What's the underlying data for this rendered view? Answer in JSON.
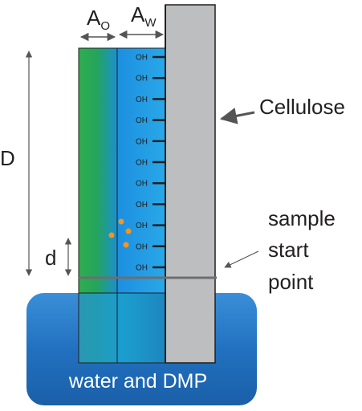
{
  "labels": {
    "a_o": "A",
    "a_o_sub": "O",
    "a_w": "A",
    "a_w_sub": "W",
    "D": "D",
    "d": "d",
    "cellulose": "Cellulose",
    "sample_line1": "sample",
    "sample_line2": "start",
    "sample_line3": "point",
    "reservoir": "water and DMP"
  },
  "hydroxyl_groups": [
    "OH",
    "OH",
    "OH",
    "OH",
    "OH",
    "OH",
    "OH",
    "OH",
    "OH",
    "OH",
    "OH"
  ],
  "colors": {
    "organic_phase_green": "#2fa84a",
    "aqueous_phase_blue": "#1e88d8",
    "cellulose_gray": "#bcbec0",
    "reservoir_blue": "#2a7fcf",
    "sample_dots": "#f7941d",
    "outline": "#231f20"
  }
}
